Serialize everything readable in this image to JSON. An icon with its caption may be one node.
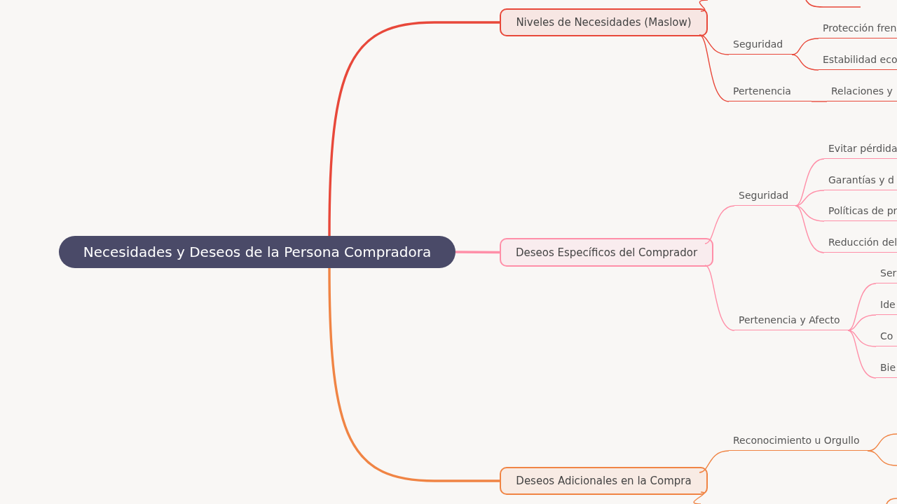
{
  "diagram": {
    "nodes": [
      {
        "text": [
          "Necesidades y Deseos de la Persona Compradora"
        ]
      },
      {
        "text": [
          "Niveles de Necesidades (Maslow)"
        ]
      },
      {
        "text": [
          "Deseos Específicos del Comprador"
        ]
      },
      {
        "text": [
          "Deseos Adicionales en la Compra"
        ]
      },
      {
        "text": [
          "Seguridad"
        ]
      },
      {
        "text": [
          "Protección fren"
        ]
      },
      {
        "text": [
          "Estabilidad eco"
        ]
      },
      {
        "text": [
          "Pertenencia"
        ]
      },
      {
        "text": [
          "Relaciones y"
        ]
      },
      {
        "text": [
          "Seguridad"
        ]
      },
      {
        "text": [
          "Evitar pérdida"
        ]
      },
      {
        "text": [
          "Garantías y d"
        ]
      },
      {
        "text": [
          "Políticas de pr"
        ]
      },
      {
        "text": [
          "Reducción del"
        ]
      },
      {
        "text": [
          "Pertenencia y Afecto"
        ]
      },
      {
        "text": [
          "Ser"
        ]
      },
      {
        "text": [
          "Ide"
        ]
      },
      {
        "text": [
          "Co"
        ]
      },
      {
        "text": [
          "Bie"
        ]
      },
      {
        "text": [
          "Reconocimiento u Orgullo"
        ]
      }
    ],
    "edges": [
      {
        "from": 0,
        "to": 1,
        "arrow": "none",
        "style": "thick",
        "color": "#e8483a"
      },
      {
        "from": 0,
        "to": 2,
        "arrow": "none",
        "style": "thick"
      },
      {
        "from": 0,
        "to": 3,
        "arrow": "none",
        "style": "thick",
        "color": "#f08444"
      },
      {
        "from": 1,
        "to": null,
        "arrow": "none",
        "color": "#e8483a"
      },
      {
        "from": 1,
        "to": 4,
        "arrow": "none",
        "color": "#e8483a"
      },
      {
        "from": 4,
        "to": 5,
        "arrow": "none",
        "color": "#e8483a"
      },
      {
        "from": 4,
        "to": 6,
        "arrow": "none",
        "color": "#e8483a"
      },
      {
        "from": 1,
        "to": 7,
        "arrow": "none",
        "color": "#e8483a"
      },
      {
        "from": 7,
        "to": 8,
        "arrow": "none",
        "color": "#e8483a"
      },
      {
        "from": 2,
        "to": 9,
        "arrow": "none"
      },
      {
        "from": 9,
        "to": 10,
        "arrow": "none"
      },
      {
        "from": 9,
        "to": 11,
        "arrow": "none"
      },
      {
        "from": 9,
        "to": 12,
        "arrow": "none"
      },
      {
        "from": 9,
        "to": 13,
        "arrow": "none"
      },
      {
        "from": 2,
        "to": 14,
        "arrow": "none"
      },
      {
        "from": 14,
        "to": 15,
        "arrow": "none"
      },
      {
        "from": 14,
        "to": 16,
        "arrow": "none"
      },
      {
        "from": 14,
        "to": 17,
        "arrow": "none"
      },
      {
        "from": 14,
        "to": 18,
        "arrow": "none"
      },
      {
        "from": 3,
        "to": 19,
        "arrow": "none",
        "color": "#f08444"
      },
      {
        "from": 19,
        "to": null,
        "arrow": "none",
        "color": "#f08444"
      },
      {
        "from": 19,
        "to": null,
        "arrow": "none",
        "color": "#f08444"
      },
      {
        "from": 3,
        "to": null,
        "arrow": "none",
        "color": "#f08444"
      }
    ]
  }
}
